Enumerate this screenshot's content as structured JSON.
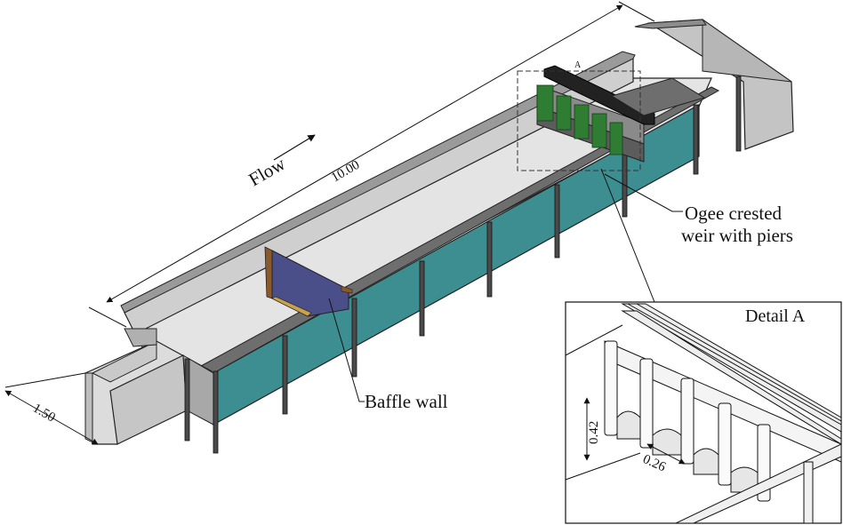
{
  "labels": {
    "flow": "Flow",
    "length_dim": "10.00",
    "width_dim": "1.50",
    "weir_line1": "Ogee crested",
    "weir_line2": "weir with piers",
    "baffle": "Baffle wall",
    "detail_title": "Detail A",
    "detail_marker": "A",
    "pier_height_dim": "0.42",
    "pier_spacing_dim": "0.26"
  },
  "colors": {
    "wall_gray": "#c8c8c8",
    "floor": "#e2e2e2",
    "glass_teal": "#3a8c8f",
    "steel_post": "#4d4d4d",
    "baffle_blue": "#4a4f8a",
    "baffle_frame": "#8a5a2b",
    "weir_green": "#2e7d32",
    "weir_beam": "#222222"
  }
}
